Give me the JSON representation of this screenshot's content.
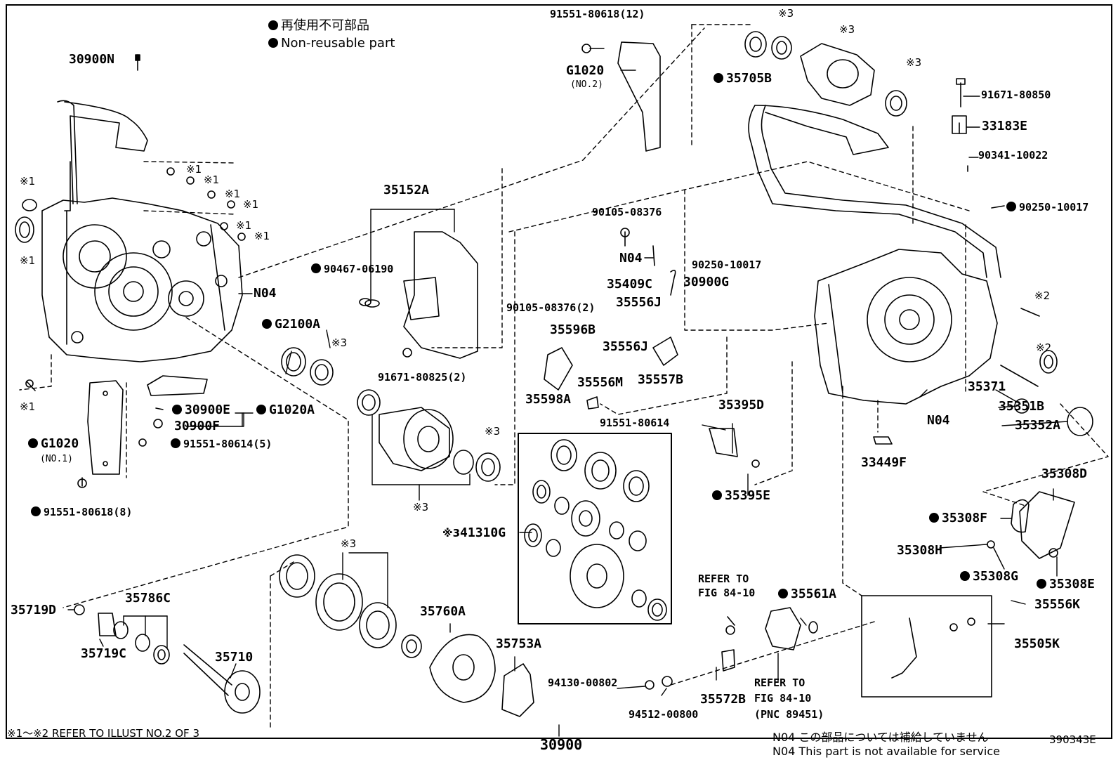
{
  "legend": {
    "non_reusable_jp": "再使用不可部品",
    "non_reusable_en": "Non-reusable part"
  },
  "footer": {
    "refer_note": "※1～※2 REFER TO ILLUST NO.2 OF 3",
    "assembly_number": "30900",
    "n04_jp": "N04 この部品については補給していません",
    "n04_en": "N04 This part is not available for service",
    "figure_id": "390343E"
  },
  "marks": {
    "m1": "※1",
    "m2": "※2",
    "m3": "※3"
  },
  "labels": {
    "p30900N": "30900N",
    "p91551_12": "91551-80618(12)",
    "pG1020_2": "G1020",
    "pNO2": "(NO.2)",
    "p35705B": "35705B",
    "p91671_80850": "91671-80850",
    "p33183E": "33183E",
    "p90341": "90341-10022",
    "p90250_a": "90250-10017",
    "p90250_b": "90250-10017",
    "p35152A": "35152A",
    "p90467": "90467-06190",
    "p90105_a": "90105-08376",
    "pN04_a": "N04",
    "pN04_b": "N04",
    "pN04_c": "N04",
    "p35409C": "35409C",
    "p30900G": "30900G",
    "p90105_b": "90105-08376(2)",
    "p35556J_a": "35556J",
    "p35596B": "35596B",
    "p35556J_b": "35556J",
    "p35556M": "35556M",
    "p35557B": "35557B",
    "p35598A": "35598A",
    "pG2100A": "G2100A",
    "p91671_80825": "91671-80825(2)",
    "p30900E": "30900E",
    "pG1020A": "G1020A",
    "p30900F": "30900F",
    "p91551_5": "91551-80614(5)",
    "pG1020_1": "G1020",
    "pNO1": "(NO.1)",
    "p91551_8": "91551-80618(8)",
    "p35371": "35371",
    "p35351B": "35351B",
    "p35352A": "35352A",
    "p35395D": "35395D",
    "p91551_80614": "91551-80614",
    "p35395E": "35395E",
    "p33449F": "33449F",
    "p35308D": "35308D",
    "p35308F": "35308F",
    "p35308H": "35308H",
    "p35308G": "35308G",
    "p35308E": "35308E",
    "p41310G": "41310G",
    "p35719D": "35719D",
    "p35786C": "35786C",
    "p35719C": "35719C",
    "p35710": "35710",
    "p35760A": "35760A",
    "p35753A": "35753A",
    "pRefer1a": "REFER TO",
    "pRefer1b": "FIG 84-10",
    "p35561A": "35561A",
    "p35556K": "35556K",
    "p35505K": "35505K",
    "p94130": "94130-00802",
    "p94512": "94512-00800",
    "p35572B": "35572B",
    "pRefer2a": "REFER TO",
    "pRefer2b": "FIG 84-10",
    "pRefer2c": "(PNC 89451)"
  }
}
